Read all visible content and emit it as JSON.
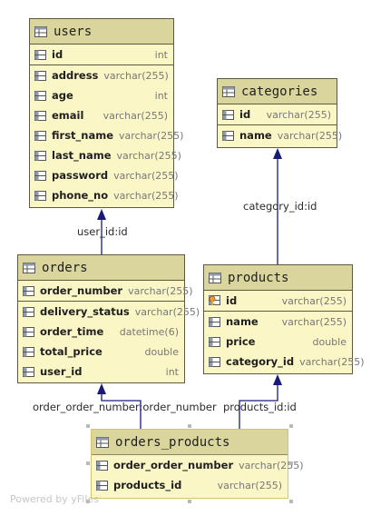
{
  "colors": {
    "table_body": "#fbf6c6",
    "table_header": "#d9d59c",
    "table_border": "#5c5a3e",
    "edge": "#1a1a7a",
    "type_text": "#777777",
    "key_icon": "#f0a030"
  },
  "tables": {
    "users": {
      "title": "users",
      "icon": "table-icon",
      "groups": [
        [
          {
            "name": "id",
            "type": "int",
            "icon": "column-icon"
          }
        ],
        [
          {
            "name": "address",
            "type": "varchar(255)",
            "icon": "column-icon"
          },
          {
            "name": "age",
            "type": "int",
            "icon": "column-icon"
          },
          {
            "name": "email",
            "type": "varchar(255)",
            "icon": "column-icon"
          },
          {
            "name": "first_name",
            "type": "varchar(255)",
            "icon": "column-icon"
          },
          {
            "name": "last_name",
            "type": "varchar(255)",
            "icon": "column-icon"
          },
          {
            "name": "password",
            "type": "varchar(255)",
            "icon": "column-icon"
          },
          {
            "name": "phone_no",
            "type": "varchar(255)",
            "icon": "column-icon"
          }
        ]
      ]
    },
    "categories": {
      "title": "categories",
      "icon": "table-icon",
      "groups": [
        [
          {
            "name": "id",
            "type": "varchar(255)",
            "icon": "column-icon"
          }
        ],
        [
          {
            "name": "name",
            "type": "varchar(255)",
            "icon": "column-icon"
          }
        ]
      ]
    },
    "orders": {
      "title": "orders",
      "icon": "table-icon",
      "groups": [
        [
          {
            "name": "order_number",
            "type": "varchar(255)",
            "icon": "column-icon"
          }
        ],
        [
          {
            "name": "delivery_status",
            "type": "varchar(255)",
            "icon": "column-icon"
          },
          {
            "name": "order_time",
            "type": "datetime(6)",
            "icon": "column-icon"
          },
          {
            "name": "total_price",
            "type": "double",
            "icon": "column-icon"
          },
          {
            "name": "user_id",
            "type": "int",
            "icon": "column-icon"
          }
        ]
      ]
    },
    "products": {
      "title": "products",
      "icon": "table-icon",
      "groups": [
        [
          {
            "name": "id",
            "type": "varchar(255)",
            "icon": "key-column-icon"
          }
        ],
        [
          {
            "name": "name",
            "type": "varchar(255)",
            "icon": "column-icon"
          },
          {
            "name": "price",
            "type": "double",
            "icon": "column-icon"
          },
          {
            "name": "category_id",
            "type": "varchar(255)",
            "icon": "column-icon"
          }
        ]
      ]
    },
    "orders_products": {
      "title": "orders_products",
      "icon": "table-icon",
      "groups": [
        [
          {
            "name": "order_order_number",
            "type": "varchar(255)",
            "icon": "column-icon"
          },
          {
            "name": "products_id",
            "type": "varchar(255)",
            "icon": "column-icon"
          }
        ]
      ]
    }
  },
  "relations": [
    {
      "label": "user_id:id",
      "from": "orders",
      "to": "users"
    },
    {
      "label": "category_id:id",
      "from": "products",
      "to": "categories"
    },
    {
      "label": "order_order_number:order_number",
      "from": "orders_products",
      "to": "orders"
    },
    {
      "label": "products_id:id",
      "from": "orders_products",
      "to": "products"
    }
  ],
  "watermark": "Powered by yFiles"
}
